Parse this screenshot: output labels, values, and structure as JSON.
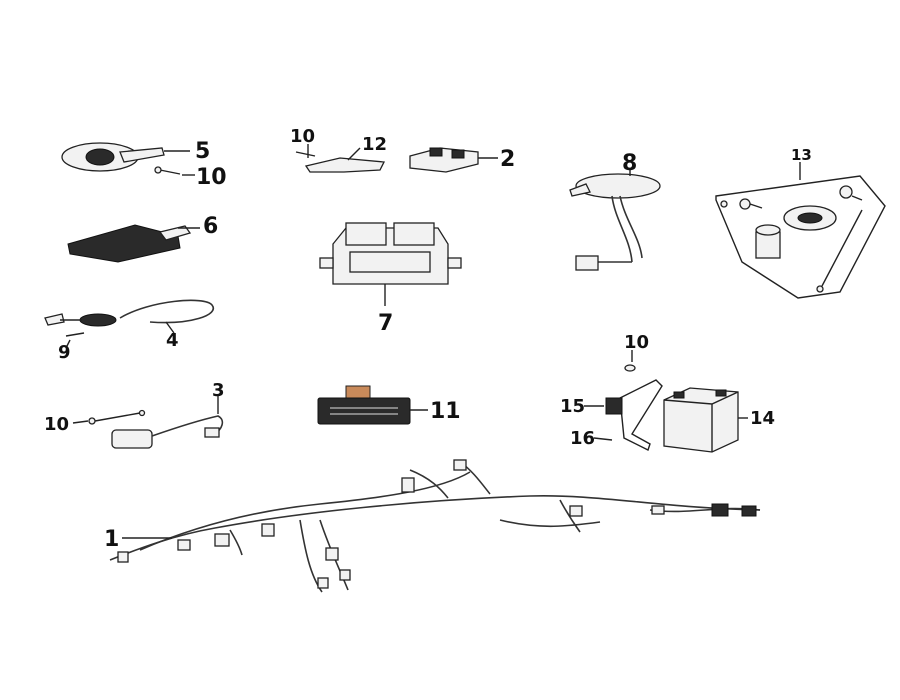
{
  "diagram": {
    "callouts": {
      "c1": "1",
      "c2": "2",
      "c3": "3",
      "c4": "4",
      "c5": "5",
      "c6": "6",
      "c7": "7",
      "c8": "8",
      "c9": "9",
      "c10a": "10",
      "c10b": "10",
      "c10c": "10",
      "c10d": "10",
      "c11": "11",
      "c12": "12",
      "c13": "13",
      "c14": "14",
      "c15": "15",
      "c16": "16"
    }
  }
}
